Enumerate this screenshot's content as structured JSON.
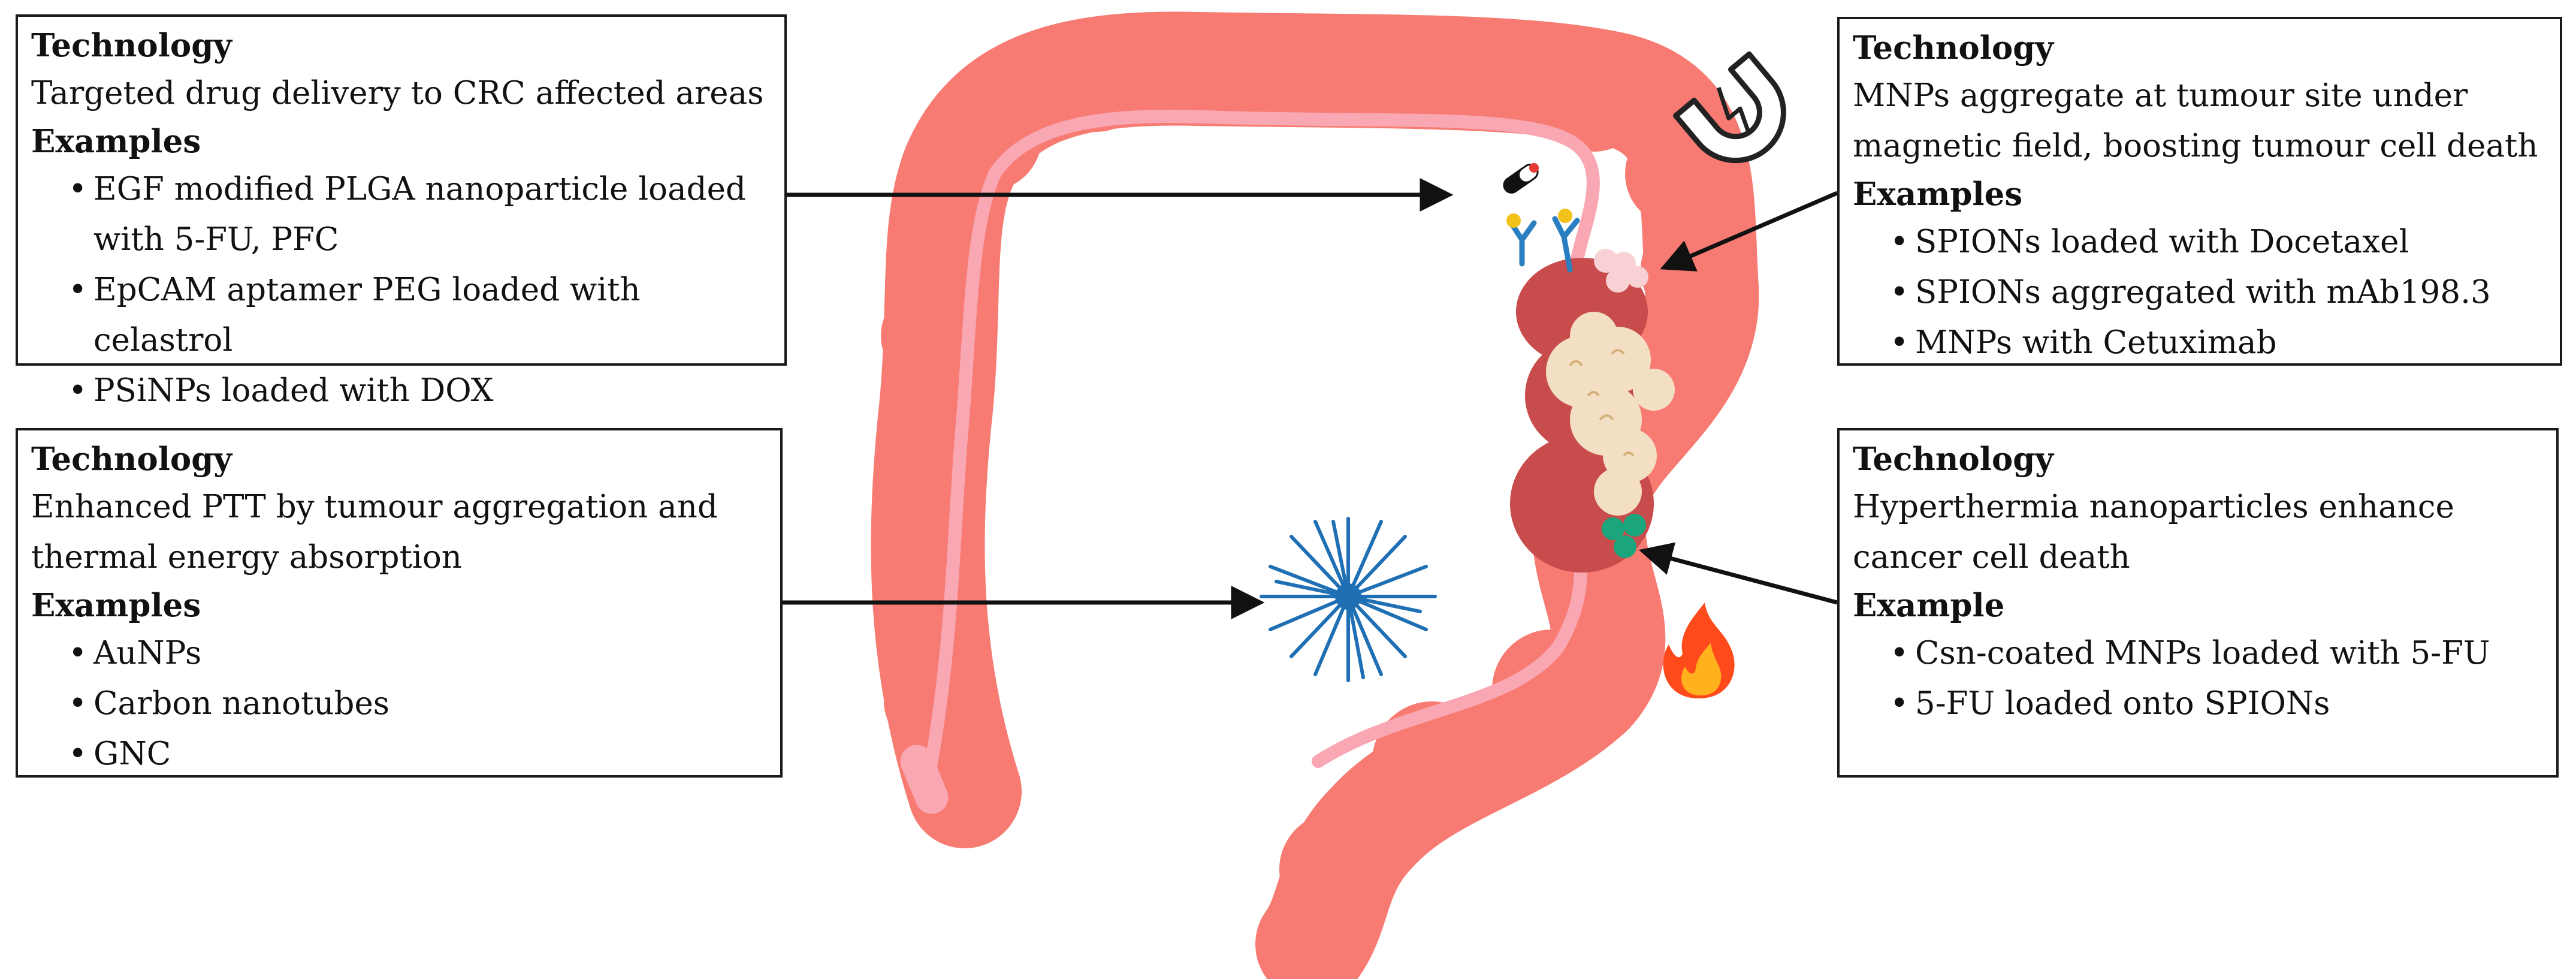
{
  "boxes": {
    "top_left": {
      "technology_heading": "Technology",
      "technology_text": "Targeted drug delivery to CRC affected areas",
      "examples_heading": "Examples",
      "examples": [
        "EGF modified PLGA nanoparticle loaded with 5-FU, PFC",
        "EpCAM aptamer PEG loaded with celastrol",
        "PSiNPs loaded with DOX"
      ]
    },
    "bottom_left": {
      "technology_heading": "Technology",
      "technology_text": "Enhanced PTT by tumour aggregation and thermal energy absorption",
      "examples_heading": "Examples",
      "examples": [
        "AuNPs",
        "Carbon nanotubes",
        "GNC"
      ]
    },
    "top_right": {
      "technology_heading": "Technology",
      "technology_text": "MNPs aggregate at tumour site under magnetic field, boosting tumour cell death",
      "examples_heading": "Examples",
      "examples": [
        "SPIONs loaded with Docetaxel",
        "SPIONs aggregated with mAb198.3",
        "MNPs with Cetuximab"
      ]
    },
    "bottom_right": {
      "technology_heading": "Technology",
      "technology_text": "Hyperthermia nanoparticles enhance cancer cell death",
      "examples_heading": "Example",
      "examples": [
        "Csn-coated MNPs loaded with 5-FU",
        "5-FU loaded onto SPIONs"
      ]
    }
  },
  "icons": {
    "magnet": "magnet-icon",
    "pill": "capsule-icon",
    "antibody": "antibody-icon",
    "nanoparticle": "nanoparticle-burst-icon",
    "flame": "flame-icon",
    "tumour": "tumour-icon",
    "colon": "colon-illustration"
  },
  "colors": {
    "colon": "#f77b72",
    "colon_lumen": "#f9a7b3",
    "tumour_base": "#c94c4c",
    "tumour_mass": "#f3dfc4",
    "nanoparticle": "#1f6fb5",
    "green_particles": "#1aa57c",
    "antibody": "#2a7fc0",
    "antibody_tip": "#f2c21b",
    "flame_outer": "#ff4a1c",
    "flame_inner": "#ffb21e"
  }
}
